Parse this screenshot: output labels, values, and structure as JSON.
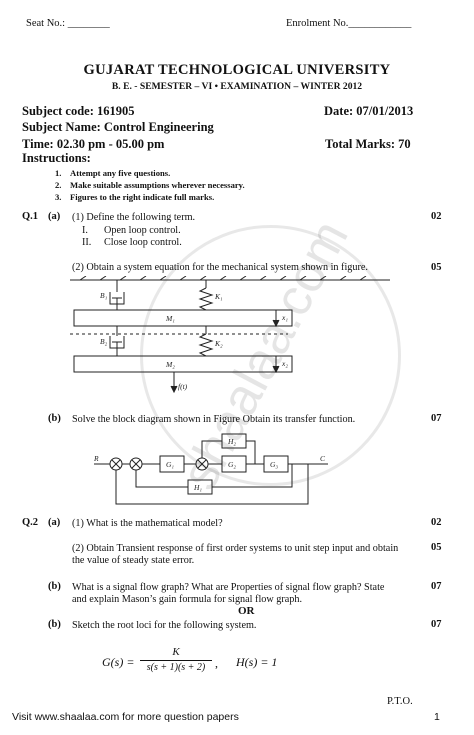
{
  "header": {
    "seat_label": "Seat No.: ________",
    "enrolment_label": "Enrolment No.____________"
  },
  "university": "GUJARAT TECHNOLOGICAL UNIVERSITY",
  "exam_line": "B. E. - SEMESTER – VI • EXAMINATION – WINTER 2012",
  "meta": {
    "subject_code": "Subject code: 161905",
    "date": "Date: 07/01/2013",
    "subject_name": "Subject Name: Control Engineering",
    "time": "Time: 02.30 pm - 05.00 pm",
    "total_marks": "Total Marks: 70"
  },
  "instructions": {
    "heading": "Instructions:",
    "items": [
      {
        "num": "1.",
        "text": "Attempt any five questions."
      },
      {
        "num": "2.",
        "text": "Make suitable assumptions wherever necessary."
      },
      {
        "num": "3.",
        "text": "Figures to the right indicate full marks."
      }
    ]
  },
  "q1": {
    "label": "Q.1",
    "a": {
      "label": "(a)",
      "p1": "(1) Define the following term.",
      "p1_items": [
        {
          "num": "I.",
          "text": "Open loop control."
        },
        {
          "num": "II.",
          "text": "Close loop control."
        }
      ],
      "p1_marks": "02",
      "p2": "(2) Obtain a system equation for the mechanical system shown in figure.",
      "p2_marks": "05",
      "figure_labels": {
        "b1": "B₁",
        "k1": "K₁",
        "m1": "M₁",
        "b2": "B₂",
        "k2": "K₂",
        "m2": "M₂",
        "x1": "x₁",
        "x2": "x₂",
        "f": "f(t)"
      }
    },
    "b": {
      "label": "(b)",
      "text": "Solve the block diagram shown in Figure Obtain its transfer function.",
      "marks": "07",
      "diagram_labels": {
        "r": "R",
        "c": "C",
        "g1": "G₁",
        "g2": "G₂",
        "g3": "G₃",
        "h1": "H₁",
        "h2": "H₂"
      }
    }
  },
  "q2": {
    "label": "Q.2",
    "a": {
      "label": "(a)",
      "p1": "(1) What is the mathematical model?",
      "p1_marks": "02",
      "p2_l1": "(2) Obtain Transient response of first order systems to unit step input and obtain",
      "p2_l2": "the value of steady state error.",
      "p2_marks": "05"
    },
    "b": {
      "label": "(b)",
      "l1": "What is a signal flow graph? What are Properties of signal flow graph? State",
      "l2": "and explain Mason’s gain formula for signal flow graph.",
      "marks": "07"
    },
    "or": "OR",
    "b_alt": {
      "label": "(b)",
      "text": "Sketch the root loci for the following system.",
      "marks": "07",
      "formula": {
        "lhs": "G(s) =",
        "num": "K",
        "den": "s(s + 1)(s + 2)",
        "sep": ",",
        "rhs": "H(s) = 1"
      }
    }
  },
  "pto": "P.T.O.",
  "footer": {
    "visit": "Visit www.shaalaa.com for more question papers",
    "page": "1"
  },
  "watermark": "shaalaa.com"
}
